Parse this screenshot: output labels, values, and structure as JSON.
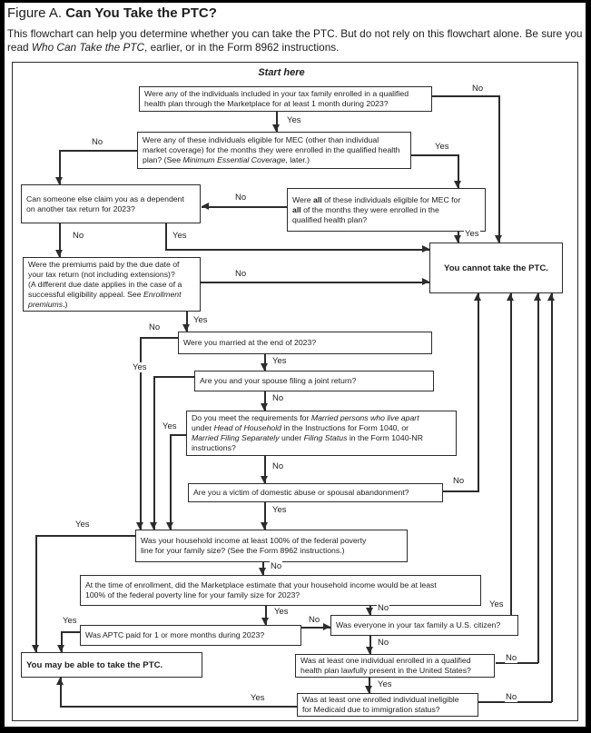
{
  "header": {
    "title_prefix": "Figure A. ",
    "title_main": "Can You Take the PTC?",
    "intro_line1": "This flowchart can help you determine whether you can take the PTC. But do not rely on this flowchart alone. Be sure you",
    "intro_line2": [
      [
        {
          "t": "read "
        },
        {
          "t": "Who Can Take the PTC",
          "i": true
        },
        {
          "t": ", earlier, or in the Form 8962 instructions."
        }
      ]
    ],
    "start_label": "Start here"
  },
  "nodes": {
    "marketplace_enrollment": [
      [
        {
          "t": "Were any of the individuals included in your tax family enrolled in a qualified"
        }
      ],
      [
        {
          "t": "health plan through the Marketplace for at least 1 month during 2023?"
        }
      ]
    ],
    "mec_eligible": [
      [
        {
          "t": "Were any of these individuals eligible for MEC (other than individual"
        }
      ],
      [
        {
          "t": "market coverage) for the months they were enrolled in the qualified health"
        }
      ],
      [
        {
          "t": "plan? (See "
        },
        {
          "t": "Minimum Essential Coverage",
          "i": true
        },
        {
          "t": ", later.)"
        }
      ]
    ],
    "dependent_claim": [
      [
        {
          "t": "Can someone else claim you as a dependent"
        }
      ],
      [
        {
          "t": "on another tax return for 2023?"
        }
      ]
    ],
    "all_mec_all_months": [
      [
        {
          "t": "Were "
        },
        {
          "t": "all",
          "b": true
        },
        {
          "t": " of these individuals eligible for MEC for"
        }
      ],
      [
        {
          "t": "all",
          "b": true
        },
        {
          "t": " of the months they were enrolled in the"
        }
      ],
      [
        {
          "t": "qualified health plan?"
        }
      ]
    ],
    "cannot_take_ptc": [
      [
        {
          "t": "You cannot take the PTC."
        }
      ]
    ],
    "premiums_paid": [
      [
        {
          "t": "Were the premiums paid by the due date of"
        }
      ],
      [
        {
          "t": "your tax return (not including extensions)?"
        }
      ],
      [
        {
          "t": "(A different due date applies in the case of a"
        }
      ],
      [
        {
          "t": "successful eligibility appeal. See "
        },
        {
          "t": "Enrollment",
          "i": true
        }
      ],
      [
        {
          "t": "premiums",
          "i": true
        },
        {
          "t": ".)"
        }
      ]
    ],
    "married_year_end": [
      [
        {
          "t": "Were you married at the end of 2023?"
        }
      ]
    ],
    "joint_return": [
      [
        {
          "t": "Are you and your spouse filing a joint return?"
        }
      ]
    ],
    "married_live_apart": [
      [
        {
          "t": "Do you meet the requirements for "
        },
        {
          "t": "Married persons who live apart",
          "i": true
        }
      ],
      [
        {
          "t": "under "
        },
        {
          "t": "Head of Household",
          "i": true
        },
        {
          "t": " in the Instructions for Form 1040, or"
        }
      ],
      [
        {
          "t": "Married Filing Separately",
          "i": true
        },
        {
          "t": " under "
        },
        {
          "t": "Filing Status",
          "i": true
        },
        {
          "t": " in the Form 1040-NR"
        }
      ],
      [
        {
          "t": "instructions?"
        }
      ]
    ],
    "domestic_abuse": [
      [
        {
          "t": "Are you a victim of domestic abuse or spousal abandonment?"
        }
      ]
    ],
    "household_income": [
      [
        {
          "t": "Was your household income at least 100% of the federal poverty"
        }
      ],
      [
        {
          "t": "line for your family size? (See the Form 8962 instructions.)"
        }
      ]
    ],
    "marketplace_estimate": [
      [
        {
          "t": "At the time of enrollment, did the Marketplace estimate that your household income would be at least"
        }
      ],
      [
        {
          "t": "100% of the federal poverty line for your family size for 2023?"
        }
      ]
    ],
    "aptc_paid": [
      [
        {
          "t": "Was APTC paid for 1 or more months during 2023?"
        }
      ]
    ],
    "us_citizen": [
      [
        {
          "t": "Was everyone in your tax family a U.S. citizen?"
        }
      ]
    ],
    "may_take_ptc": [
      [
        {
          "t": "You may be able to take the PTC."
        }
      ]
    ],
    "lawfully_present": [
      [
        {
          "t": "Was at least one individual enrolled in a qualified"
        }
      ],
      [
        {
          "t": "health plan lawfully present in the United States?"
        }
      ]
    ],
    "medicaid_ineligible": [
      [
        {
          "t": "Was at least one enrolled individual ineligible"
        }
      ],
      [
        {
          "t": "for Medicaid due to immigration status?"
        }
      ]
    ]
  },
  "labels": {
    "no1": "No",
    "yes1": "Yes",
    "no2": "No",
    "yes2": "Yes",
    "no4": "No",
    "yes4": "Yes",
    "no3": "No",
    "yes3": "Yes",
    "no6": "No",
    "yes6": "Yes",
    "no7": "No",
    "yes7": "Yes",
    "yes8": "Yes",
    "no8": "No",
    "yes9": "Yes",
    "no9": "No",
    "no10": "No",
    "yes10": "Yes",
    "yes11": "Yes",
    "no11": "No",
    "yes12": "Yes",
    "no12": "No",
    "yes13": "Yes",
    "no13": "No",
    "yes14": "Yes",
    "no14": "No",
    "no16": "No",
    "yes16": "Yes",
    "no17": "No",
    "yes17": "Yes"
  }
}
